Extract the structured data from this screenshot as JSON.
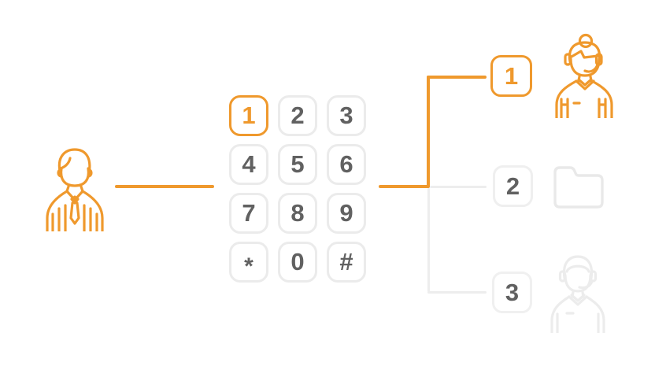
{
  "colors": {
    "accent_orange": "#EF992D",
    "key_border_gray": "#EBEBEB",
    "key_text_gray": "#616161",
    "muted_line_gray": "#EDEDED",
    "muted_icon_gray": "#E9E9E9",
    "background": "#FFFFFF"
  },
  "caller": {
    "icon": "caller-man-icon"
  },
  "keypad": {
    "active_key": "1",
    "rows": [
      [
        "1",
        "2",
        "3"
      ],
      [
        "4",
        "5",
        "6"
      ],
      [
        "7",
        "8",
        "9"
      ],
      [
        "*",
        "0",
        "#"
      ]
    ]
  },
  "branches": [
    {
      "key": "1",
      "state": "active",
      "icon": "female-agent-headset-icon"
    },
    {
      "key": "2",
      "state": "inactive",
      "icon": "folder-icon"
    },
    {
      "key": "3",
      "state": "inactive",
      "icon": "male-agent-headset-icon"
    }
  ]
}
